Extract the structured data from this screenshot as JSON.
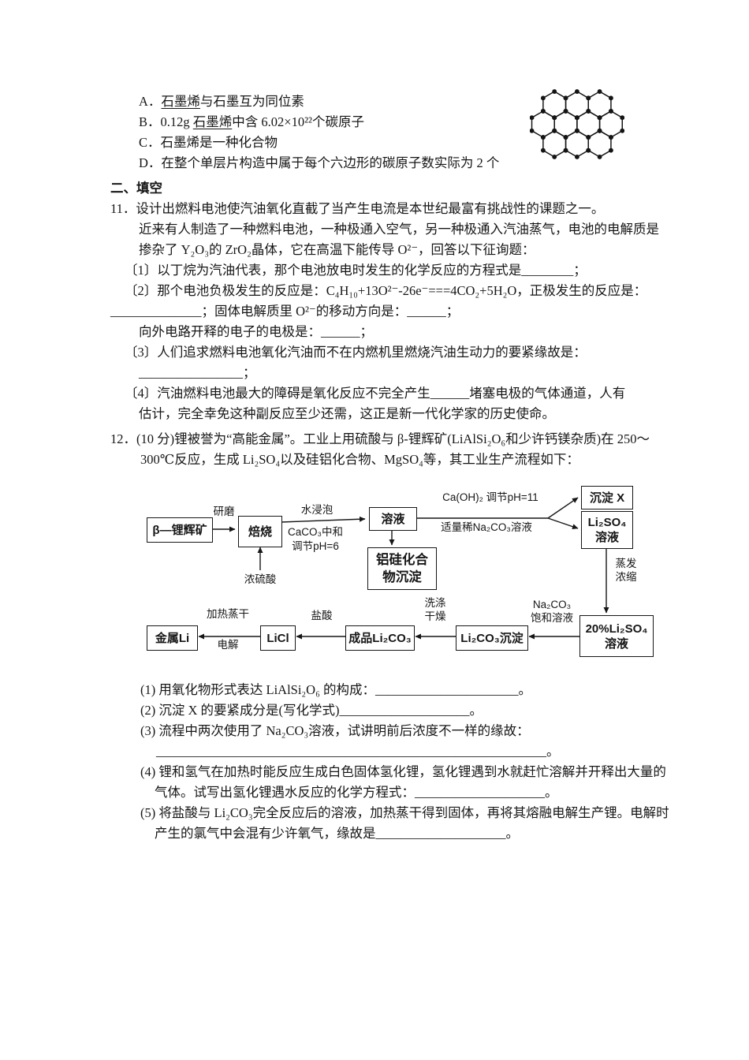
{
  "page": {
    "options": {
      "a_prefix": "A．",
      "a_em": "石墨烯",
      "a_rest": "与石墨互为同位素",
      "b_prefix": "B．0.12g ",
      "b_em": "石墨烯",
      "b_rest": "中含 6.02×10²²个碳原子",
      "c": "C．石墨烯是一种化合物",
      "d": "D．在整个单层片构造中属于每个六边形的碳原子数实际为 2 个"
    },
    "section_title": "二、填空",
    "q11": {
      "intro": "11．设计出燃料电池使汽油氧化直截了当产生电流是本世纪最富有挑战性的课题之一。",
      "para": "近来有人制造了一种燃料电池，一种极通入空气，另一种极通入汽油蒸气，电池的电解质是掺杂了 Y₂O₃的 ZrO₂晶体，它在高温下能传导 O²⁻，回答以下征询题：",
      "item1": "〔1〕以丁烷为汽油代表，那个电池放电时发生的化学反应的方程式是________；",
      "item2_line1": "〔2〕那个电池负极发生的反应是：C₄H₁₀+13O²⁻-26e⁻===4CO₂+5H₂O，正极发生的反应是：",
      "item2_line2": "______________；固体电解质里 O²⁻的移动方向是：______；",
      "item2_line3": "向外电路开释的电子的电极是：______；",
      "item3_line1": "〔3〕人们追求燃料电池氧化汽油而不在内燃机里燃烧汽油生动力的要紧缘故是：",
      "item3_line2": "________________；",
      "item4_line1": "〔4〕汽油燃料电池最大的障碍是氧化反应不完全产生______堵塞电极的气体通道，人有",
      "item4_line2": "估计，完全幸免这种副反应至少还需，这正是新一代化学家的历史使命。"
    },
    "q12": {
      "intro": "12．(10 分)锂被誉为“高能金属”。工业上用硫酸与 β-锂辉矿(LiAlSi₂O₆和少许钙镁杂质)在 250～300℃反应，生成 Li₂SO₄以及硅铝化合物、MgSO₄等，其工业生产流程如下：",
      "sub1": "(1) 用氧化物形式表达 LiAlSi₂O₆ 的构成：______________________。",
      "sub2": "(2) 沉淀 X 的要紧成分是(写化学式)____________________。",
      "sub3_line1": "(3) 流程中两次使用了 Na₂CO₃溶液，试讲明前后浓度不一样的缘故：",
      "sub3_line2": "____________________________________________________________。",
      "sub4": "(4) 锂和氢气在加热时能反应生成白色固体氢化锂，氢化锂遇到水就赶忙溶解并开释出大量的气体。试写出氢化锂遇水反应的化学方程式：____________________。",
      "sub5": "(5) 将盐酸与 Li₂CO₃完全反应后的溶液，加热蒸干得到固体，再将其熔融电解生产锂。电解时产生的氯气中会混有少许氧气，缘故是____________________。"
    },
    "flow": {
      "ore": "β—锂辉矿",
      "grind": "研磨",
      "roast": "焙烧",
      "soak": "水浸泡",
      "caco3": "CaCO₃中和",
      "ph6": "调节pH=6",
      "h2so4": "浓硫酸",
      "solution": "溶液",
      "caoh2": "Ca(OH)₂ 调节pH=11",
      "na2co3_dilute": "适量稀Na₂CO₃溶液",
      "prec_x": "沉淀 X",
      "li2so4": "Li₂SO₄\n溶液",
      "alsi": "铝硅化合\n物沉淀",
      "evap": "蒸发\n浓缩",
      "li2so4_20": "20%Li₂SO₄\n溶液",
      "na2co3_sat": "Na₂CO₃\n饱和溶液",
      "li2co3_prec": "Li₂CO₃沉淀",
      "wash": "洗涤\n干燥",
      "li2co3_prod": "成品Li₂CO₃",
      "hcl": "盐酸",
      "heat": "加热蒸干",
      "elec": "电解",
      "licl": "LiCl",
      "li": "金属Li"
    }
  }
}
